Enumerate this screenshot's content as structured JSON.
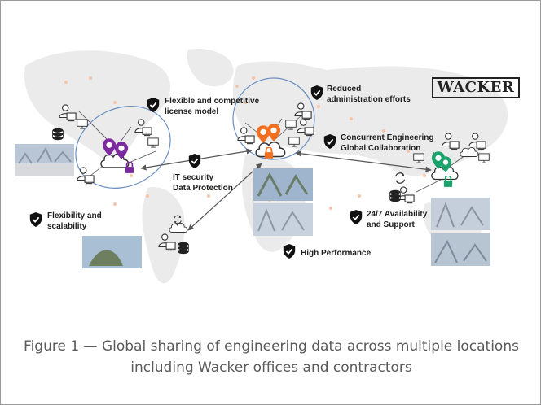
{
  "logo": {
    "text": "WACKER"
  },
  "labels": {
    "flexible_license": [
      "Flexible and competitive",
      "license model"
    ],
    "reduced_admin": [
      "Reduced",
      "administration efforts"
    ],
    "concurrent_engineering": [
      "Concurrent Engineering",
      "Global Collaboration"
    ],
    "it_security": [
      "IT security",
      "Data Protection"
    ],
    "flexibility": [
      "Flexibility and",
      "scalability"
    ],
    "availability": [
      "24/7 Availability",
      "and Support"
    ],
    "performance": [
      "High Performance"
    ]
  },
  "caption": {
    "line1": "Figure 1 — Global sharing of engineering data across multiple locations",
    "line2": "including Wacker offices and contractors"
  },
  "colors": {
    "purple": "#7b2a9e",
    "orange": "#f26f21",
    "green": "#1aa36a",
    "map": "#e9e9ea",
    "ellipse": "#6a8fbf",
    "arrow": "#555555"
  },
  "icons": [
    "shield-check-icon",
    "location-pin-icon",
    "cloud-icon",
    "padlock-icon",
    "user-at-monitor-icon",
    "monitor-icon",
    "database-icon",
    "sync-arrows-icon",
    "plant-photo"
  ]
}
